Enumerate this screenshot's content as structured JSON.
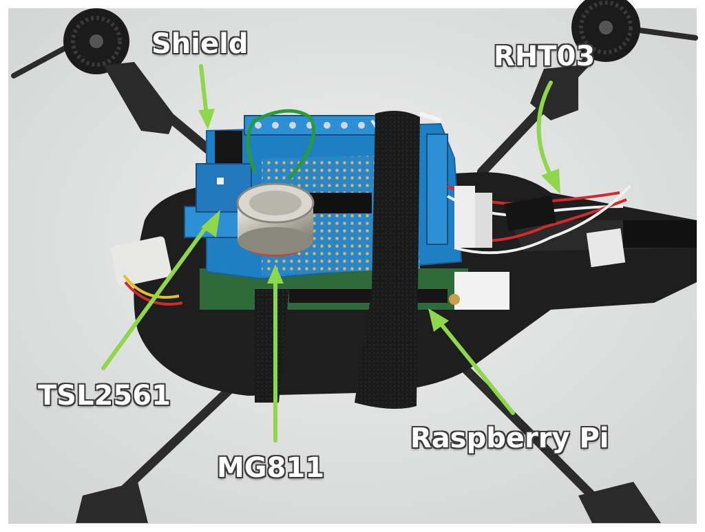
{
  "labels": {
    "shield": "Shield",
    "rht03": "RHT03",
    "tsl2561": "TSL2561",
    "mg811": "MG811",
    "raspberry_pi": "Raspberry Pi"
  },
  "colors": {
    "arrow": "#8ed64a",
    "board_blue": "#1f7fc4",
    "frame_black": "#1e1e1e",
    "background": "#e2e4e3"
  }
}
